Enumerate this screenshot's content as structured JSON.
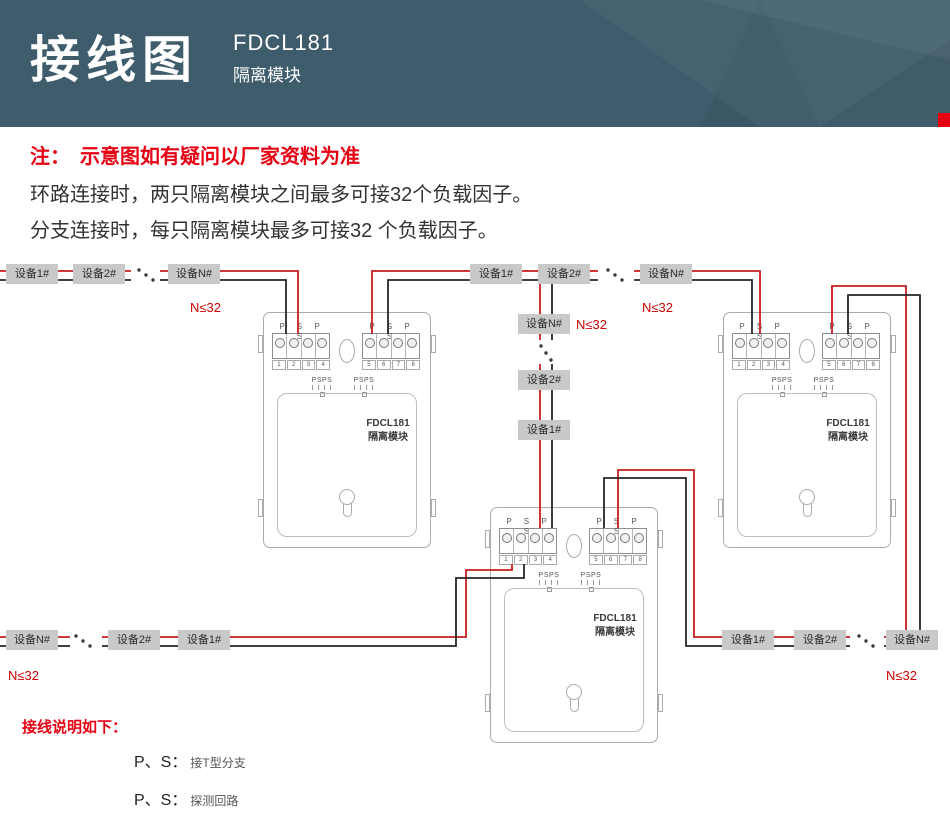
{
  "header": {
    "title": "接线图",
    "model": "FDCL181",
    "subtitle": "隔离模块"
  },
  "notes": {
    "note": "注：　示意图如有疑问以厂家资料为准",
    "line1": "环路连接时，两只隔离模块之间最多可接32个负载因子。",
    "line2": "分支连接时，每只隔离模块最多可接32 个负载因子。"
  },
  "module": {
    "model": "FDCL181",
    "name": "隔离模块",
    "terminals": "P S P S",
    "nums_left": [
      "1",
      "2",
      "3",
      "4"
    ],
    "nums_right": [
      "5",
      "6",
      "7",
      "8"
    ],
    "ps_mini": "PSPS"
  },
  "devices": {
    "d1": "设备1#",
    "d2": "设备2#",
    "dn": "设备N#",
    "limit": "N≤32"
  },
  "legend": {
    "title": "接线说明如下：",
    "item1_term": "P、S：",
    "item1_desc": "接T型分支",
    "item2_term": "P、S：",
    "item2_desc": "探测回路"
  },
  "colors": {
    "header_bg": "#3e5c6c",
    "accent_red": "#e60012",
    "wire_red": "#c81d1d",
    "wire_black": "#262626",
    "device_bg": "#c9c9c9"
  }
}
